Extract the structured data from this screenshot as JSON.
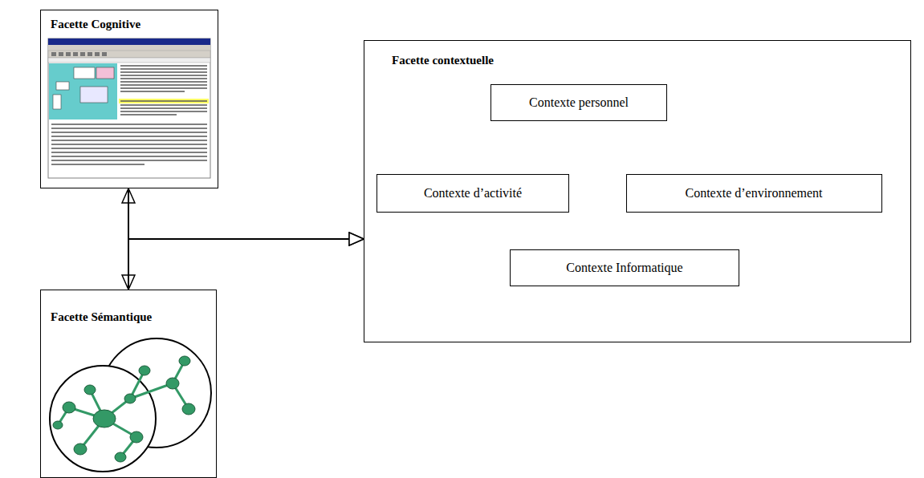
{
  "diagram": {
    "nodes": [
      {
        "text": [
          "Facette Cognitive"
        ]
      },
      {
        "text": [
          "Facette contextuelle"
        ]
      },
      {
        "text": [
          "Contexte personnel"
        ],
        "in": 1
      },
      {
        "text": [
          "Contexte d’activité"
        ],
        "in": 1
      },
      {
        "text": [
          "Contexte d’environnement"
        ],
        "in": 1
      },
      {
        "text": [
          "Contexte Informatique"
        ],
        "in": 1
      },
      {
        "text": [
          "Facette Sémantique"
        ]
      }
    ],
    "edges": [
      {
        "from": 0,
        "to": 6,
        "arrow": "both"
      },
      {
        "from": 0,
        "to": 1,
        "arrow": "to"
      },
      {
        "from": 6,
        "to": 1,
        "arrow": "to"
      }
    ]
  }
}
